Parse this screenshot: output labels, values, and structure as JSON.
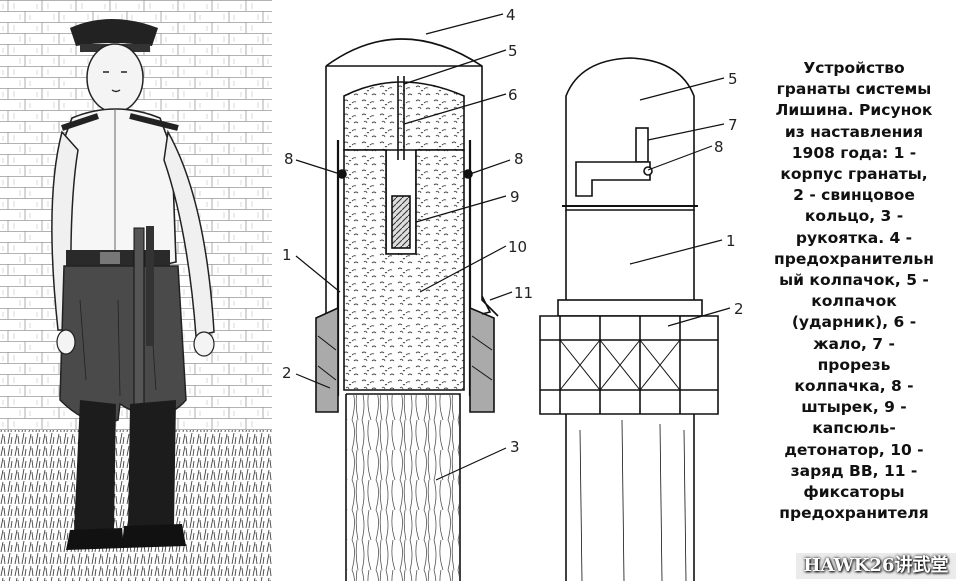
{
  "callouts": {
    "c1": "1",
    "c2": "2",
    "c3": "3",
    "c4": "4",
    "c5": "5",
    "c6": "6",
    "c7": "7",
    "c8": "8",
    "c9": "9",
    "c10": "10",
    "c11": "11"
  },
  "caption_lines": [
    "Устройство",
    "гранаты системы",
    "Лишина. Рисунок",
    "из наставления",
    "1908 года: 1 -",
    "корпус гранаты,",
    "2 - свинцовое",
    "кольцо, 3 -",
    "рукоятка. 4 -",
    "предохранительн",
    "ый колпачок, 5 -",
    "колпачок",
    "(ударник), 6 -",
    "жало, 7 -",
    "прорезь",
    "колпачка, 8 -",
    "штырек, 9 -",
    "капсюль-",
    "детонатор, 10 -",
    "заряд ВВ, 11 -",
    "фиксаторы",
    "предохранителя"
  ],
  "watermark": "HAWK26讲武堂"
}
